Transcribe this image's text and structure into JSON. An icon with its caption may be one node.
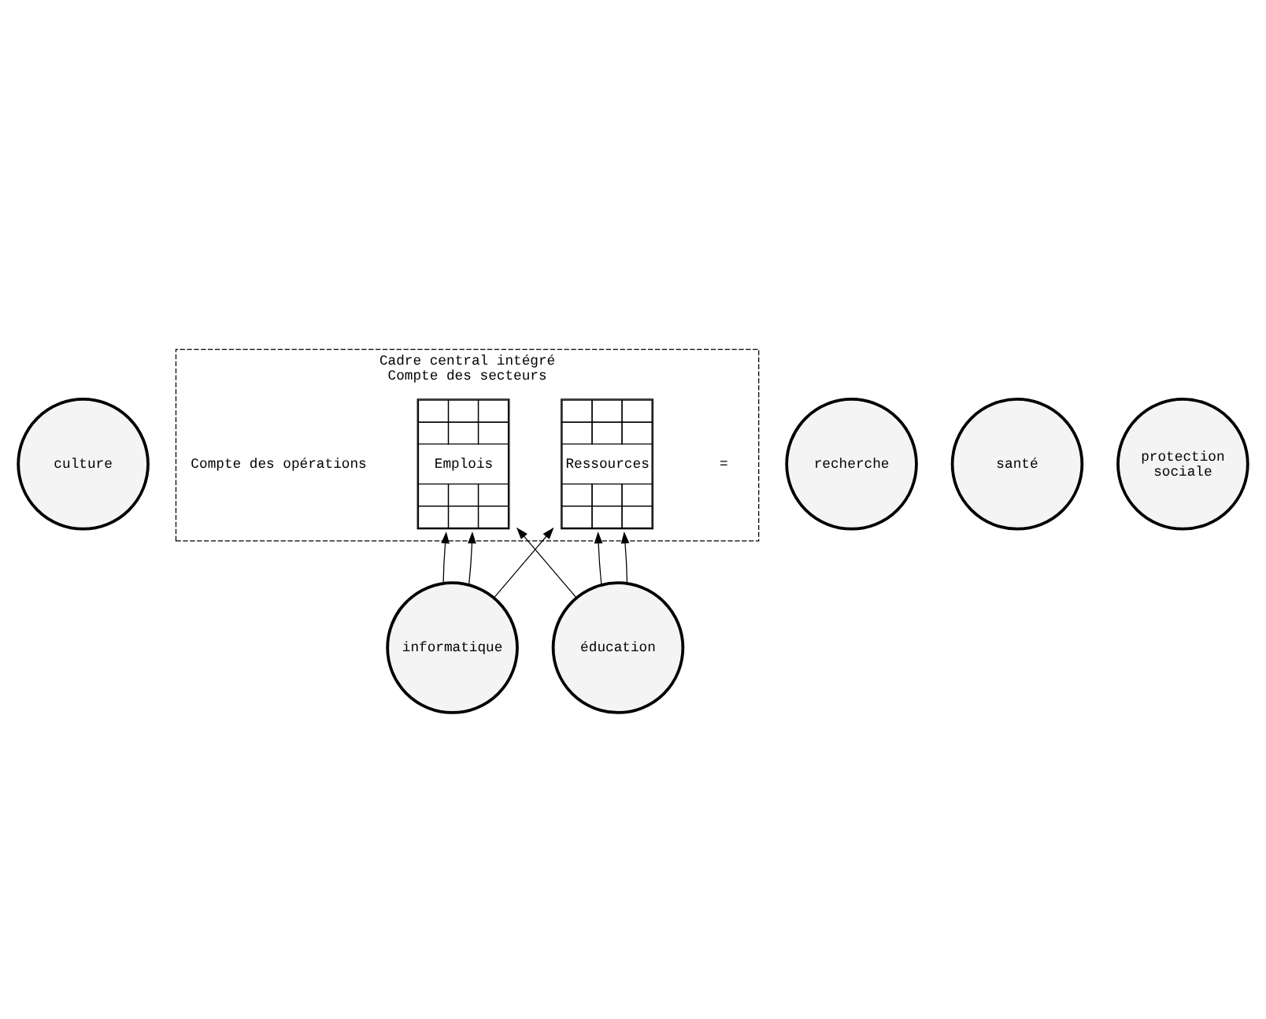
{
  "diagram": {
    "nodes": [
      {
        "text": [
          "culture"
        ]
      },
      {
        "text": [
          "Cadre central intégré",
          "Compte des secteurs",
          "Compte des opérations"
        ]
      },
      {
        "text": [
          "Emplois"
        ],
        "in": 1
      },
      {
        "text": [
          "Ressources"
        ],
        "in": 1
      },
      {
        "text": [
          "recherche"
        ]
      },
      {
        "text": [
          "éducation"
        ]
      },
      {
        "text": [
          "santé"
        ]
      },
      {
        "text": [
          "protection sociale"
        ]
      },
      {
        "text": [
          "informatique"
        ]
      }
    ],
    "edges": [
      {
        "from": 5,
        "to": 2,
        "arrow": "to"
      },
      {
        "from": 5,
        "to": 3,
        "arrow": "to"
      },
      {
        "from": 5,
        "to": 3,
        "arrow": "to"
      },
      {
        "from": 8,
        "to": 2,
        "arrow": "to"
      },
      {
        "from": 8,
        "to": 2,
        "arrow": "to"
      },
      {
        "from": 8,
        "to": 3,
        "arrow": "to"
      }
    ],
    "labels": [
      "="
    ]
  }
}
